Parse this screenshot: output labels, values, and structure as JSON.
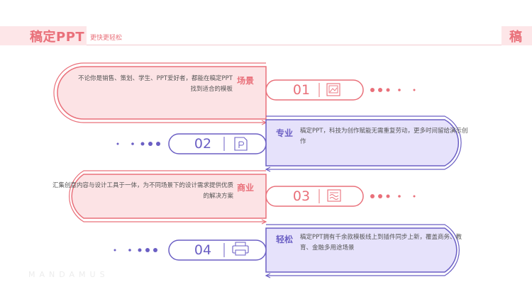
{
  "header": {
    "brand": "稿定PPT",
    "subtitle": "更快更轻松",
    "brand_right": "稿"
  },
  "watermark": "MANDAMUS",
  "items": [
    {
      "number": "01",
      "keyword": "场景",
      "text": "不论你是销售、策划、学生、PPT爱好者，都能在稿定PPT找到适合的模板",
      "icon": "picture-frame-icon",
      "color": "#e9707a"
    },
    {
      "number": "02",
      "keyword": "专业",
      "text": "稿定PPT，科技为创作赋能无需重复劳动，更多时间留给演示创作",
      "icon": "ppt-file-icon",
      "color": "#6b5fc4"
    },
    {
      "number": "03",
      "keyword": "商业",
      "text": "汇集创意内容与设计工具于一体，为不同场景下的设计需求提供优质的解决方案",
      "icon": "certificate-icon",
      "color": "#e9707a"
    },
    {
      "number": "04",
      "keyword": "轻松",
      "text": "稿定PPT拥有千余款模板线上到插件同步上新，覆盖商务、教育、金融多用途场景",
      "icon": "printer-icon",
      "color": "#6b5fc4"
    }
  ]
}
